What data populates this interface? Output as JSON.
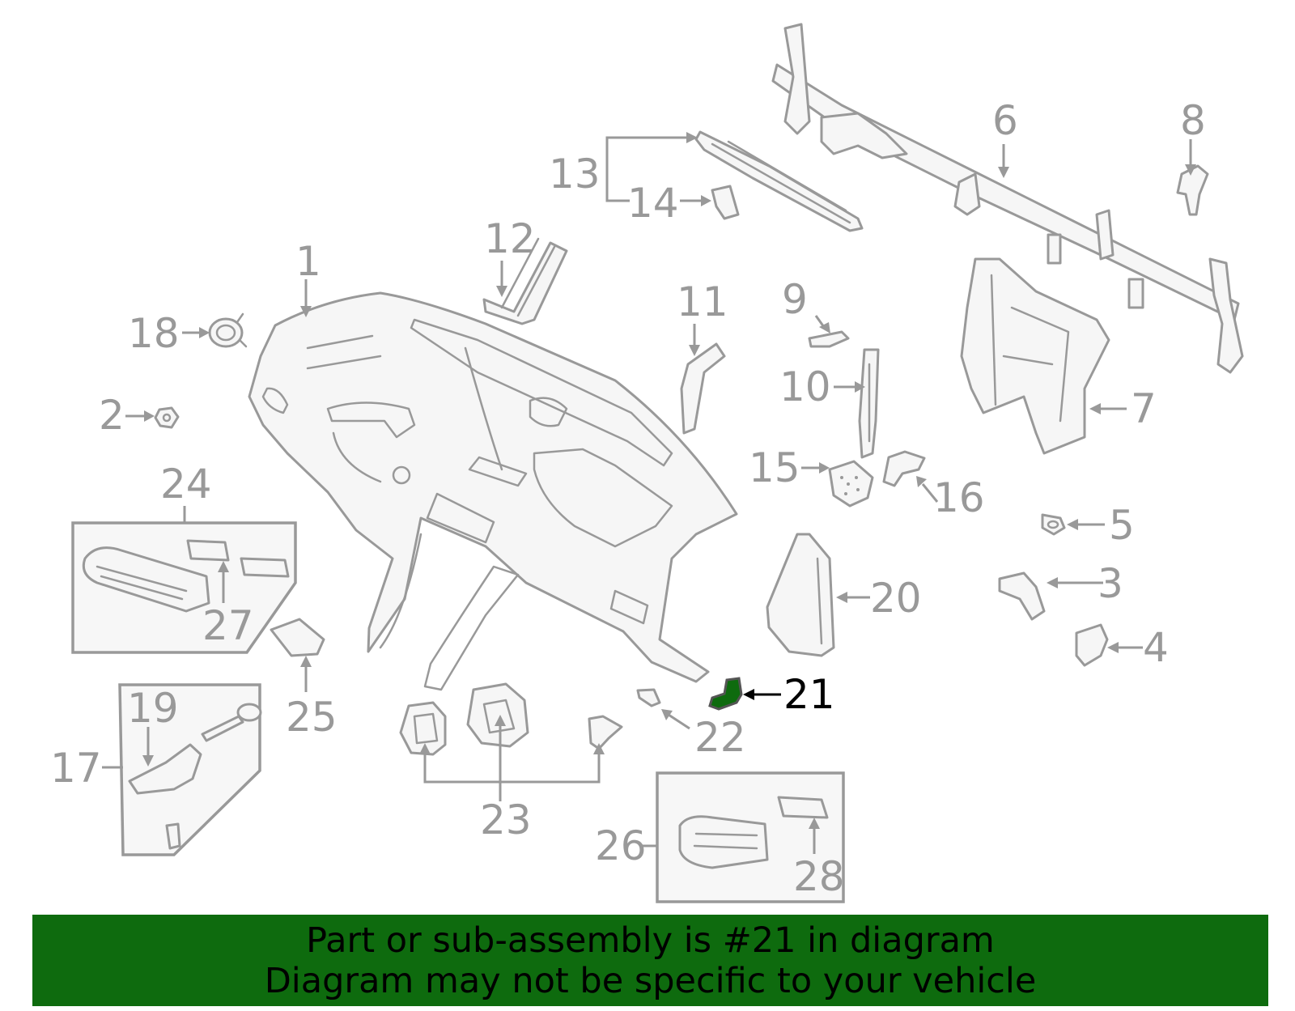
{
  "diagram": {
    "highlighted_part": "21",
    "highlight_color": "#0e6b0e",
    "line_color": "#999999",
    "callouts": [
      "1",
      "2",
      "3",
      "4",
      "5",
      "6",
      "7",
      "8",
      "9",
      "10",
      "11",
      "12",
      "13",
      "14",
      "15",
      "16",
      "17",
      "18",
      "19",
      "20",
      "21",
      "22",
      "23",
      "24",
      "25",
      "26",
      "27",
      "28"
    ]
  },
  "banner": {
    "line1": "Part or sub-assembly is #21 in diagram",
    "line2": "Diagram may not be specific to your vehicle",
    "background": "#0e6b0e"
  }
}
